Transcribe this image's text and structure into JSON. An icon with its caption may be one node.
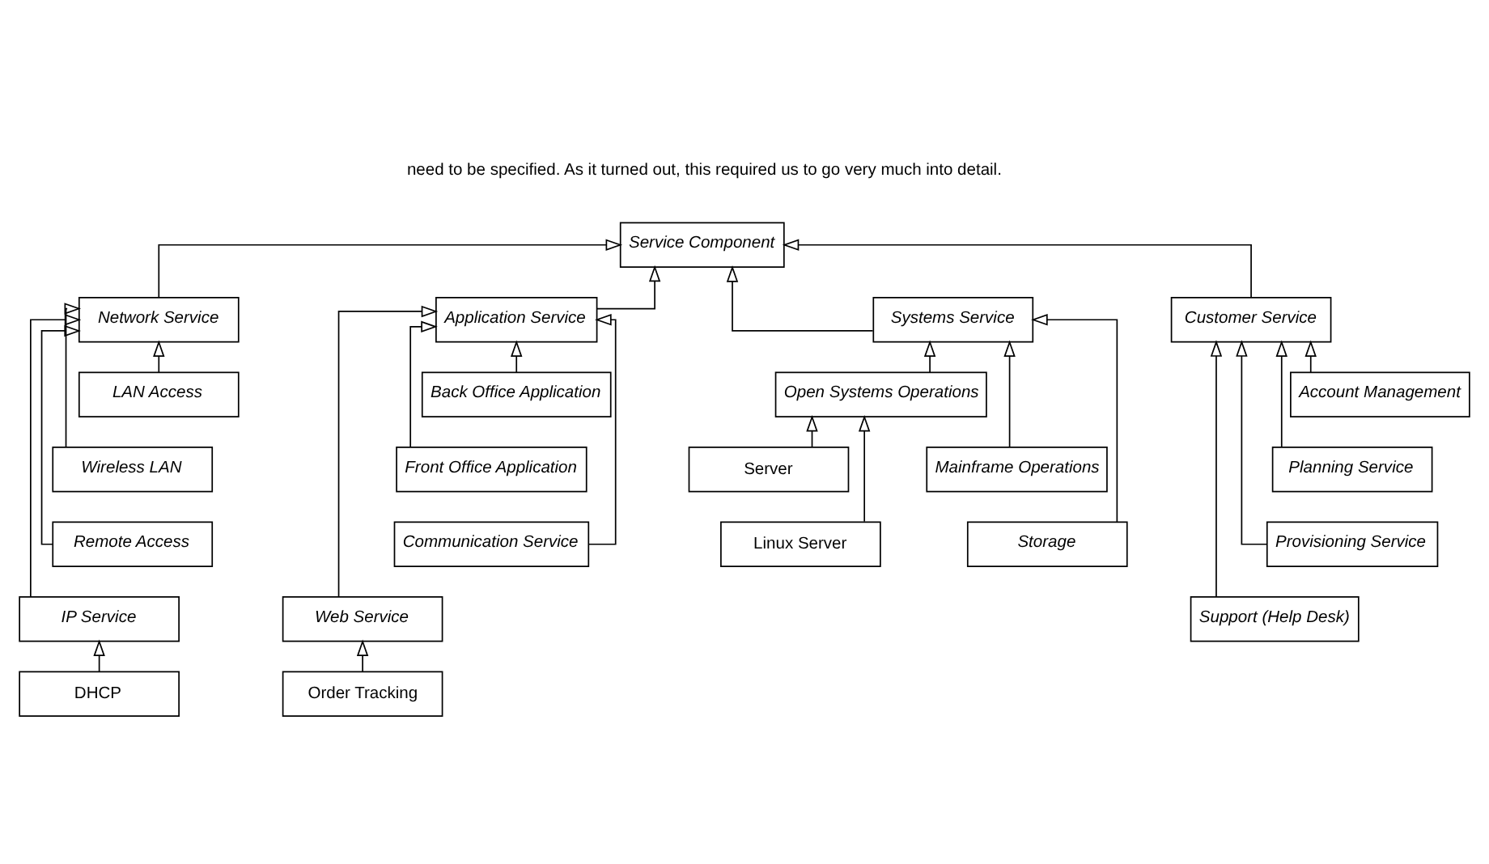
{
  "diagram": {
    "nodes": [
      {
        "text": [
          "Service Component"
        ]
      },
      {
        "text": [
          "Network Service"
        ]
      },
      {
        "text": [
          "Application Service"
        ]
      },
      {
        "text": [
          "Systems Service"
        ]
      },
      {
        "text": [
          "Customer Service"
        ]
      },
      {
        "text": [
          "LAN Access"
        ]
      },
      {
        "text": [
          "Wireless LAN"
        ]
      },
      {
        "text": [
          "Remote Access"
        ]
      },
      {
        "text": [
          "IP Service"
        ]
      },
      {
        "text": [
          "DHCP"
        ]
      },
      {
        "text": [
          "Back Office Application"
        ]
      },
      {
        "text": [
          "Front Office Application"
        ]
      },
      {
        "text": [
          "Communication Service"
        ]
      },
      {
        "text": [
          "Web Service"
        ]
      },
      {
        "text": [
          "Order Tracking"
        ]
      },
      {
        "text": [
          "Open Systems Operations"
        ]
      },
      {
        "text": [
          "Server"
        ]
      },
      {
        "text": [
          "Linux Server"
        ]
      },
      {
        "text": [
          "Mainframe Operations"
        ]
      },
      {
        "text": [
          "Storage"
        ]
      },
      {
        "text": [
          "Account Management"
        ]
      },
      {
        "text": [
          "Planning Service"
        ]
      },
      {
        "text": [
          "Provisioning Service"
        ]
      },
      {
        "text": [
          "Support (Help Desk)"
        ]
      }
    ],
    "edges": [
      {
        "from": 1,
        "to": 0,
        "arrow": "to"
      },
      {
        "from": 2,
        "to": 0,
        "arrow": "to"
      },
      {
        "from": 3,
        "to": 0,
        "arrow": "to"
      },
      {
        "from": 4,
        "to": 0,
        "arrow": "to"
      },
      {
        "from": 5,
        "to": 1,
        "arrow": "to"
      },
      {
        "from": 6,
        "to": 1,
        "arrow": "to"
      },
      {
        "from": 7,
        "to": 1,
        "arrow": "to"
      },
      {
        "from": 8,
        "to": 1,
        "arrow": "to"
      },
      {
        "from": 9,
        "to": 8,
        "arrow": "to"
      },
      {
        "from": 10,
        "to": 2,
        "arrow": "to"
      },
      {
        "from": 11,
        "to": 2,
        "arrow": "to"
      },
      {
        "from": 12,
        "to": 2,
        "arrow": "to"
      },
      {
        "from": 13,
        "to": 2,
        "arrow": "to"
      },
      {
        "from": 14,
        "to": 13,
        "arrow": "to"
      },
      {
        "from": 15,
        "to": 3,
        "arrow": "to"
      },
      {
        "from": 16,
        "to": 15,
        "arrow": "to"
      },
      {
        "from": 17,
        "to": 15,
        "arrow": "to"
      },
      {
        "from": 18,
        "to": 3,
        "arrow": "to"
      },
      {
        "from": 19,
        "to": 3,
        "arrow": "to"
      },
      {
        "from": 20,
        "to": 4,
        "arrow": "to"
      },
      {
        "from": 21,
        "to": 4,
        "arrow": "to"
      },
      {
        "from": 22,
        "to": 4,
        "arrow": "to"
      },
      {
        "from": 23,
        "to": 4,
        "arrow": "to"
      }
    ],
    "labels": [
      "need to be specified. As it turned out, this required us to go very much into detail."
    ]
  }
}
